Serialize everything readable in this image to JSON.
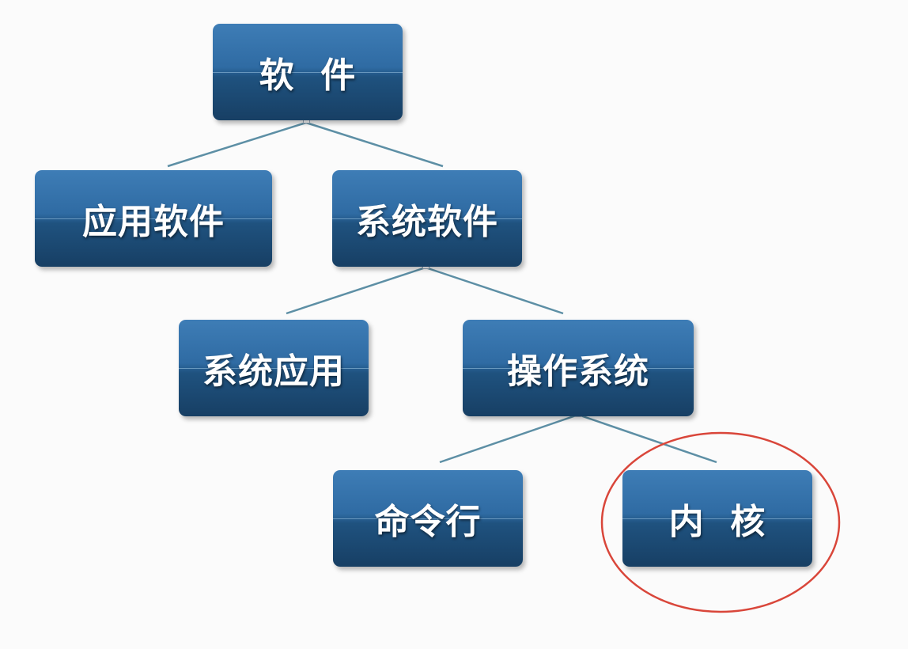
{
  "diagram": {
    "nodes": {
      "root": {
        "label": "软  件"
      },
      "app_software": {
        "label": "应用软件"
      },
      "system_software": {
        "label": "系统软件"
      },
      "system_apps": {
        "label": "系统应用"
      },
      "os": {
        "label": "操作系统"
      },
      "cli": {
        "label": "命令行"
      },
      "kernel": {
        "label": "内  核"
      }
    },
    "edges": [
      {
        "from": "root",
        "to": "app_software"
      },
      {
        "from": "root",
        "to": "system_software"
      },
      {
        "from": "system_software",
        "to": "system_apps"
      },
      {
        "from": "system_software",
        "to": "os"
      },
      {
        "from": "os",
        "to": "cli"
      },
      {
        "from": "os",
        "to": "kernel"
      }
    ],
    "highlight": {
      "node": "kernel",
      "color": "#d9463a"
    },
    "colors": {
      "node_fill": "#2a6194",
      "connector": "#5d8fa5",
      "text": "#ffffff"
    }
  }
}
